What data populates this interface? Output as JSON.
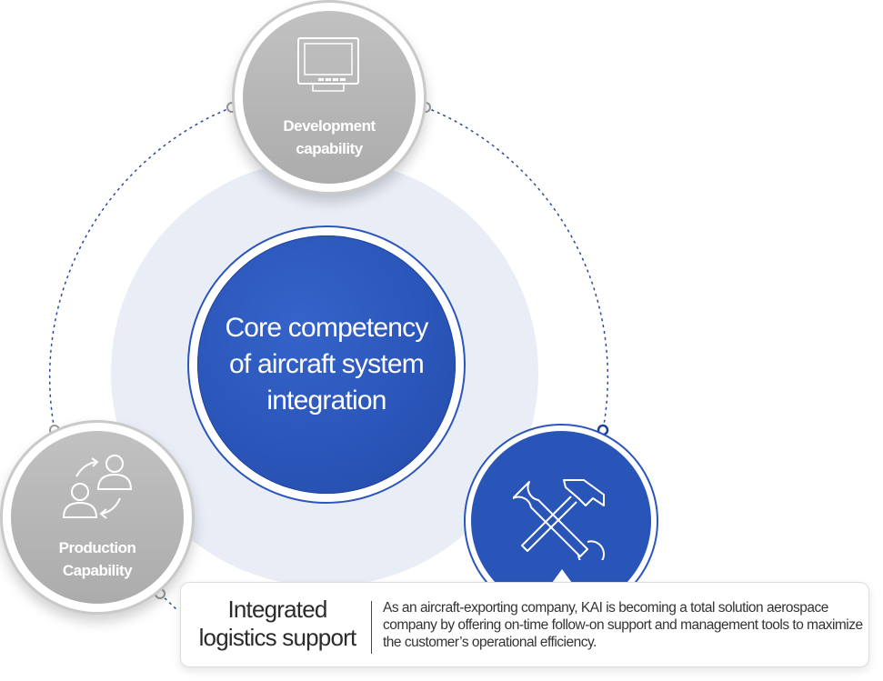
{
  "diagram": {
    "core": {
      "lines": [
        "Core competency",
        "of aircraft system",
        "integration"
      ]
    },
    "nodes": [
      {
        "id": "development",
        "lines": [
          "Development",
          "capability"
        ],
        "icon": "monitor-icon",
        "active": false
      },
      {
        "id": "production",
        "lines": [
          "Production",
          "Capability"
        ],
        "icon": "people-exchange-icon",
        "active": false
      },
      {
        "id": "logistics",
        "icon": "tools-icon",
        "active": true
      }
    ],
    "caption": {
      "title_lines": [
        "Integrated",
        "logistics support"
      ],
      "body": "As an aircraft-exporting company, KAI is becoming a total solution aerospace company by offering on-time follow-on support and management tools to maximize the customer’s operational efficiency."
    }
  },
  "colors": {
    "primary_blue": "#2a55b8",
    "halo": "#e9edf6",
    "inactive_grey": "#b6b6b6",
    "connector": "#2b4a9e"
  }
}
